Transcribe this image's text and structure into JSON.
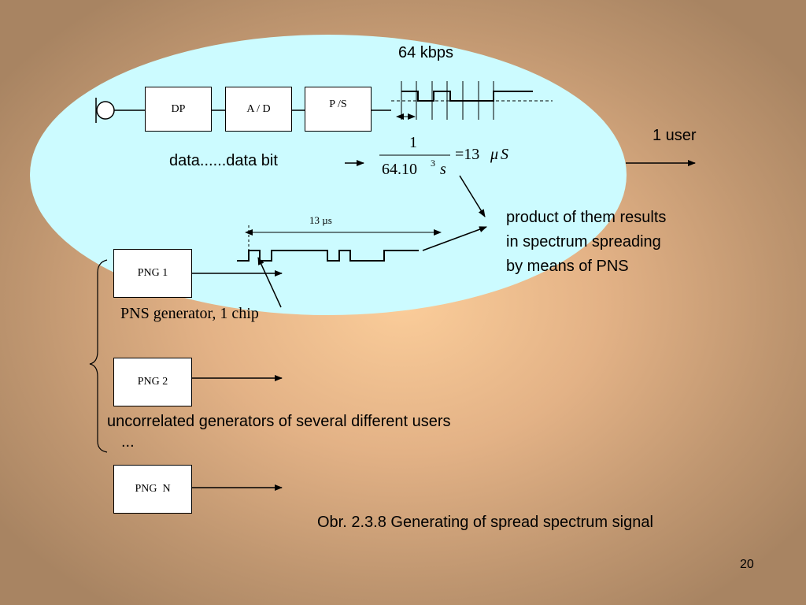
{
  "rate_label": "64 kbps",
  "blocks": {
    "dp": "DP",
    "ad": "A / D",
    "ps": "P /S"
  },
  "data_label": "data......data bit",
  "formula": {
    "numerator": "1",
    "denominator": "64.10",
    "exponent": "3",
    "unit": "s",
    "result": "=13",
    "mu": "μ",
    "result_unit": "S"
  },
  "user_label": "1 user",
  "chip_duration_label": "13 µs",
  "product_text": [
    "product of them results",
    "in spectrum spreading",
    "by means of PNS"
  ],
  "png_blocks": [
    "PNG 1",
    "PNG 2",
    "PNG  N"
  ],
  "pns_label": "PNS generator, 1 chip",
  "uncorrelated_label": "uncorrelated generators of several different users",
  "ellipsis": "...",
  "caption": "Obr. 2.3.8 Generating of spread spectrum signal",
  "page_number": "20"
}
